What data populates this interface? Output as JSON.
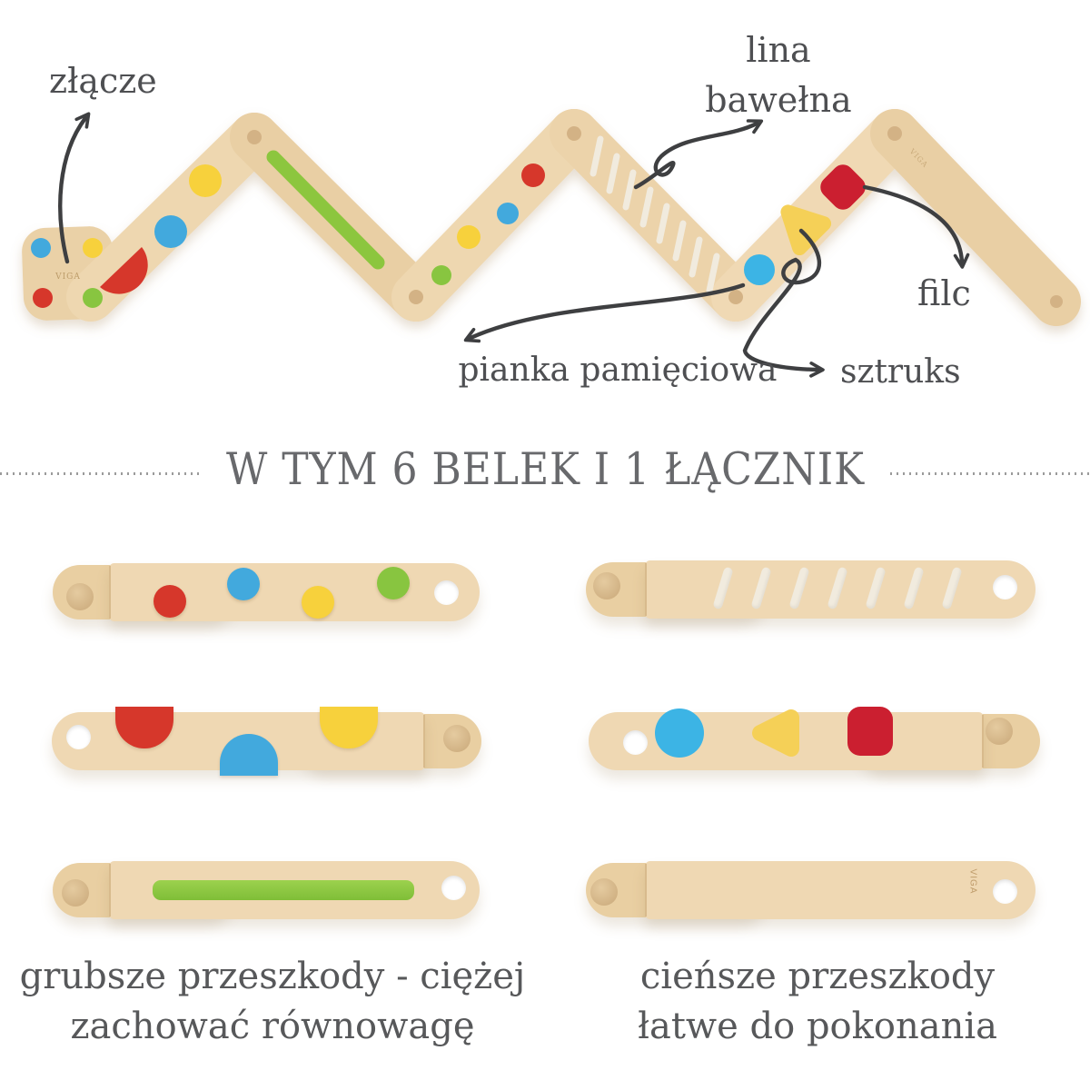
{
  "brand": "VIGA",
  "top_annotations": {
    "zlacze": "złącze",
    "lina_line1": "lina",
    "lina_line2": "bawełna",
    "filc": "filc",
    "pianka": "pianka pamięciowa",
    "sztruks": "sztruks"
  },
  "divider_heading": "W TYM 6 BELEK I 1 ŁĄCZNIK",
  "bottom_captions": {
    "left_line1": "grubsze przeszkody - ciężej",
    "left_line2": "zachować równowagę",
    "right_line1": "cieńsze przeszkody",
    "right_line2": "łatwe do pokonania"
  },
  "colors": {
    "wood": "#eed7b0",
    "wood_dark": "#e8cda0",
    "red": "#d6372b",
    "blue": "#42a9dd",
    "yellow": "#f7d13c",
    "green": "#88c540",
    "green_bar": "#8cc63e",
    "felt_red": "#cb1f30",
    "foam_blue": "#3cb4e5",
    "corduroy_yellow": "#f5d057",
    "rope_white": "#f1ebde",
    "label_text": "#4e4f52",
    "heading_text": "#68696c",
    "arrow": "#3e3f41"
  }
}
